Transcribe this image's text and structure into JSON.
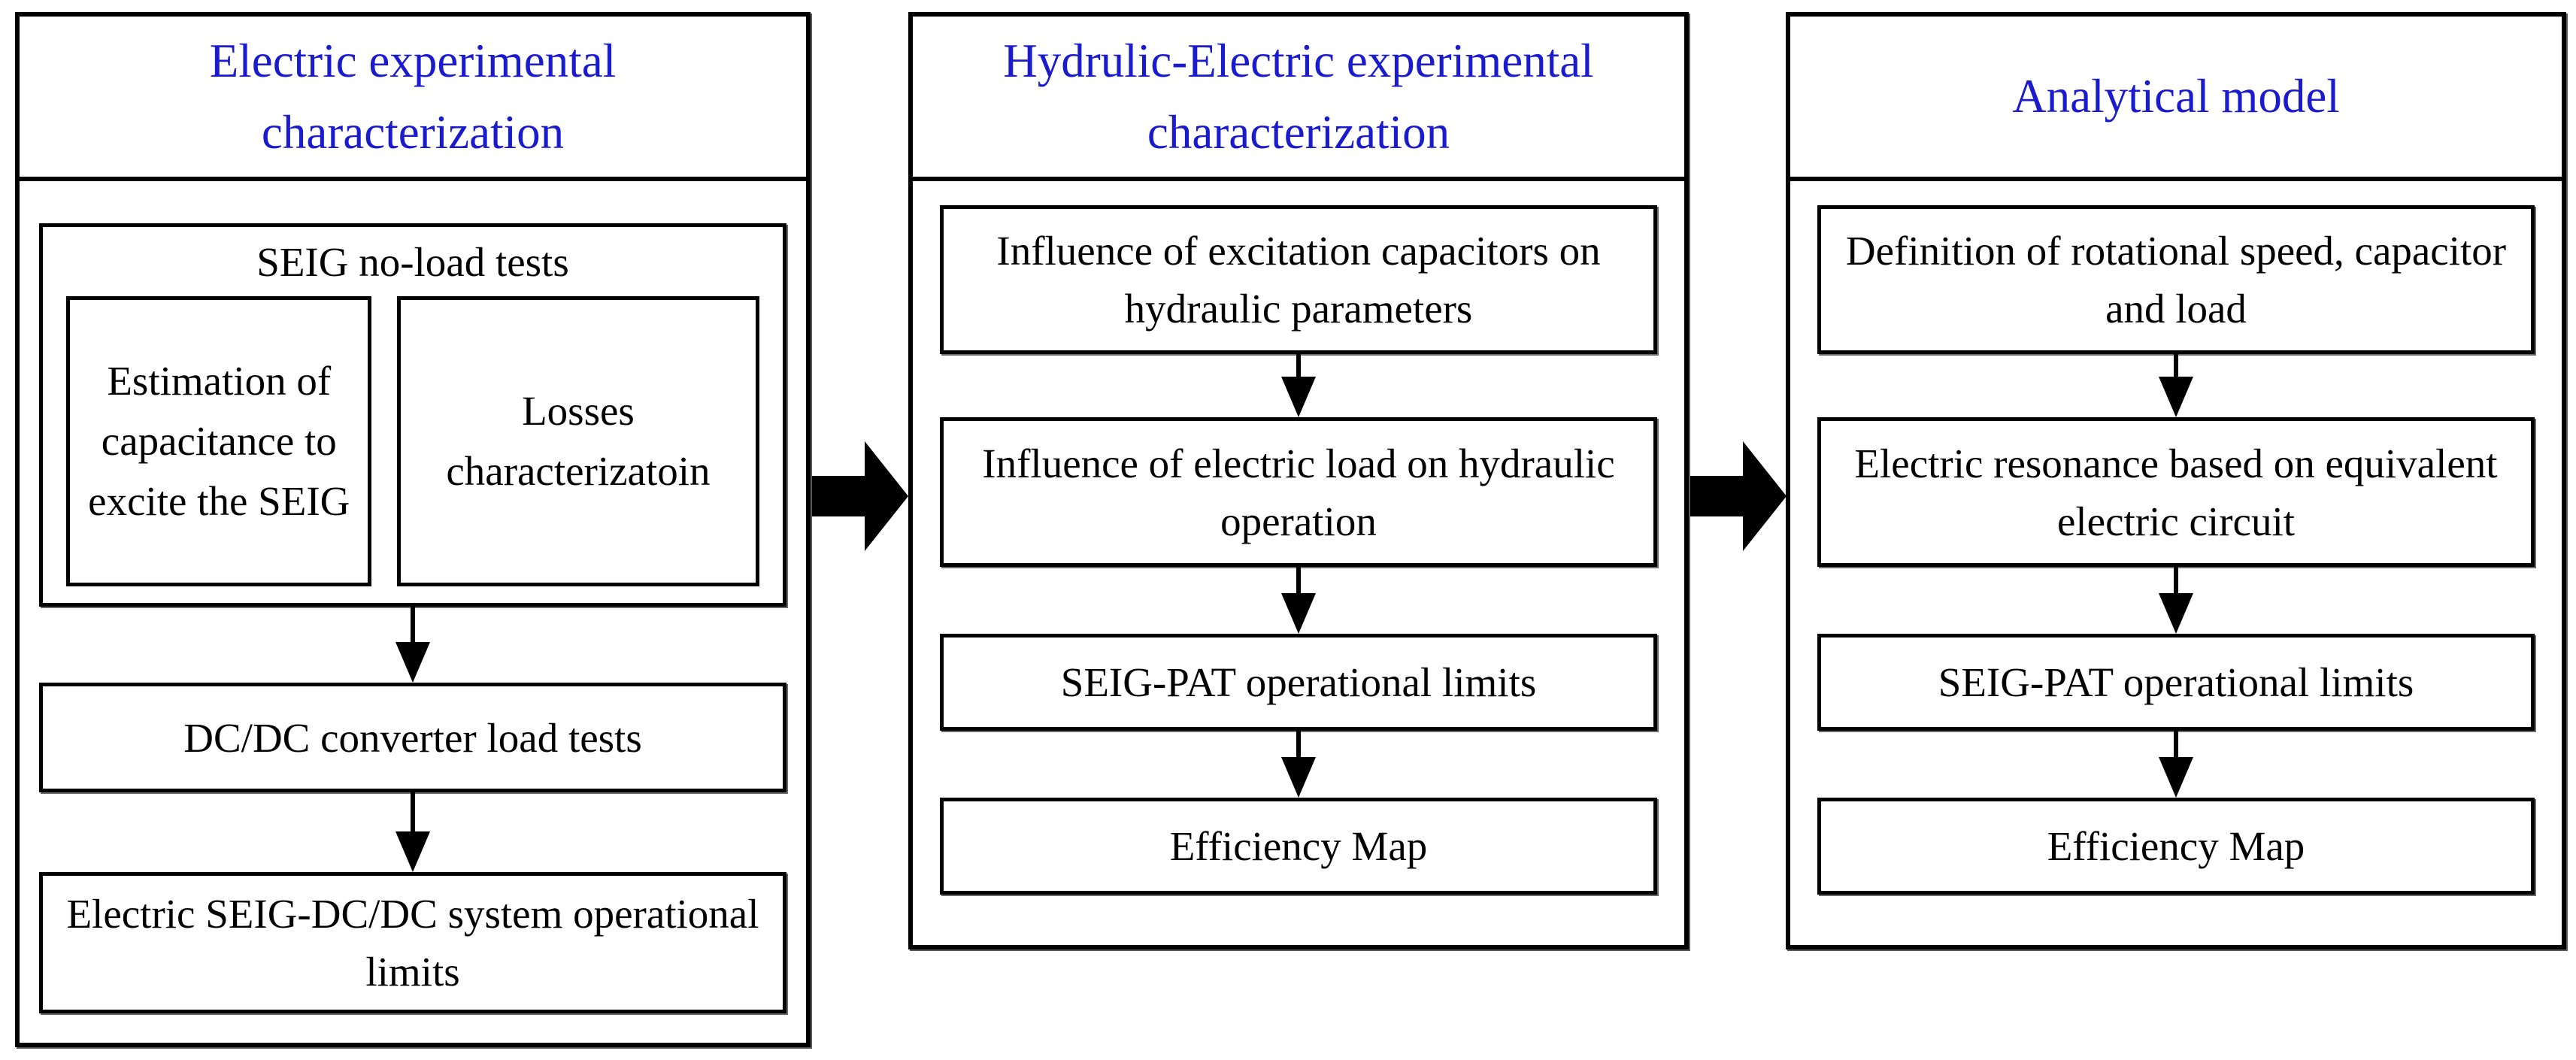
{
  "colors": {
    "title_blue": "#1b1bce",
    "line_black": "#000000",
    "background": "#ffffff"
  },
  "col1": {
    "title": "Electric experimental characterization",
    "seig_group": {
      "title": "SEIG no-load tests",
      "left_box": "Estimation of capacitance to excite the SEIG",
      "right_box": "Losses characterizatoin"
    },
    "box2": "DC/DC converter load tests",
    "box3": "Electric SEIG-DC/DC system operational limits"
  },
  "col2": {
    "title": "Hydrulic-Electric experimental characterization",
    "box1": "Influence of excitation capacitors on hydraulic parameters",
    "box2": "Influence of electric load on hydraulic operation",
    "box3": "SEIG-PAT operational limits",
    "box4": "Efficiency Map"
  },
  "col3": {
    "title": "Analytical model",
    "box1": "Definition of rotational speed, capacitor and load",
    "box2": "Electric resonance based on equivalent electric circuit",
    "box3": "SEIG-PAT operational limits",
    "box4": "Efficiency Map"
  }
}
